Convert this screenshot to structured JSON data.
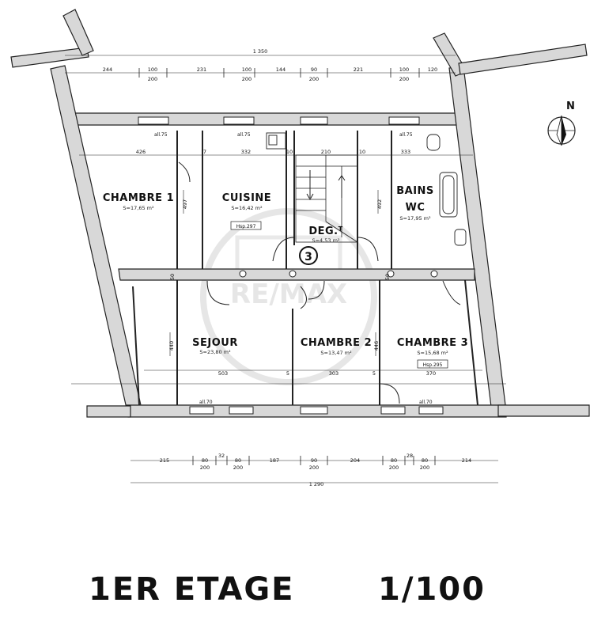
{
  "plan": {
    "level_title": "1ER ETAGE",
    "scale": "1/100",
    "north_label": "N",
    "watermark": "RE/MAX",
    "rooms": {
      "chambre1": {
        "name": "CHAMBRE 1",
        "area": "S=17,65 m²"
      },
      "cuisine": {
        "name": "CUISINE",
        "area": "S=16,42 m²",
        "hsp": "Hsp.297"
      },
      "degt": {
        "name": "DEG.ᵀ",
        "area": "S=4,53 m²",
        "stair_number": "3"
      },
      "bains": {
        "name": "BAINS",
        "name2": "WC",
        "area": "S=17,95 m²"
      },
      "sejour": {
        "name": "SEJOUR",
        "area": "S=23,80 m²"
      },
      "chambre2": {
        "name": "CHAMBRE 2",
        "area": "S=13,47 m²"
      },
      "chambre3": {
        "name": "CHAMBRE 3",
        "area": "S=15,68 m²",
        "hsp": "Hsp.295"
      }
    },
    "top_dims": {
      "total": "1 350",
      "segments": [
        "244",
        "100",
        "231",
        "100",
        "144",
        "90",
        "221",
        "100",
        "120"
      ],
      "heights": [
        "200",
        "200",
        "200",
        "200"
      ]
    },
    "bottom_dims": {
      "total": "1 290",
      "segments": [
        "215",
        "80",
        "32",
        "80",
        "187",
        "90",
        "204",
        "80",
        "28",
        "80",
        "214"
      ],
      "heights": [
        "200",
        "200",
        "200",
        "200",
        "200"
      ]
    },
    "interior_dims": {
      "d426": "426",
      "d7": "7",
      "d332": "332",
      "d10a": "10",
      "d210": "210",
      "d10b": "10",
      "d333": "333",
      "d497": "497",
      "d492": "492",
      "d50a": "50",
      "d50b": "50",
      "d440": "440",
      "d446": "446",
      "d503": "503",
      "d5a": "5",
      "d303": "303",
      "d5b": "5",
      "d370": "370"
    },
    "sill_labels": {
      "s1": "all.75",
      "s2": "all.75",
      "s3": "all.75",
      "s4": "all.70",
      "s5": "all.70"
    }
  }
}
